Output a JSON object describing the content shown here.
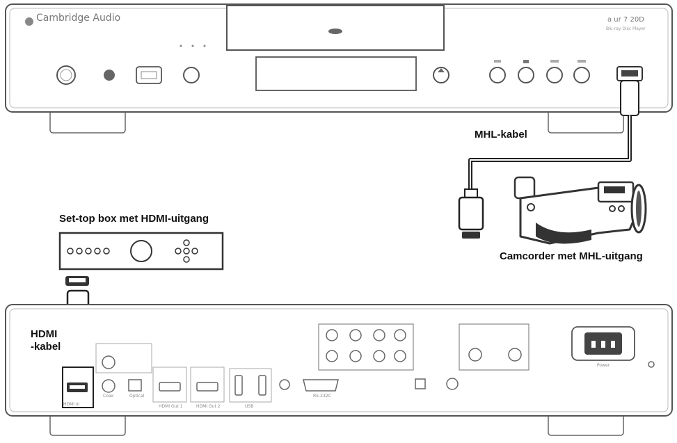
{
  "front_panel": {
    "brand": "Cambridge Audio",
    "model": "a ur 7 20D",
    "model_subtitle": "Blu-ray Disc Player"
  },
  "labels": {
    "mhl_cable": "MHL-kabel",
    "camcorder": "Camcorder met MHL-uitgang",
    "settop_box": "Set-top box met HDMI-uitgang",
    "hdmi_cable_line1": "HDMI",
    "hdmi_cable_line2": "-kabel"
  },
  "rear_panel": {
    "hdmi_input": "HDMI In",
    "optical": "Optical",
    "coax": "Coax",
    "rs232": "RS-232C",
    "usb": "USB",
    "hdmi_out_1": "HDMI Out 1",
    "hdmi_out_2": "HDMI Out 2",
    "power": "Power"
  },
  "colors": {
    "outline": "#555555",
    "cable": "#222222",
    "panel_fill": "#ffffff"
  },
  "icons": [
    "power-button-icon",
    "usb-port-icon",
    "eject-icon",
    "play-pause-icon",
    "stop-icon",
    "skip-back-icon",
    "skip-forward-icon",
    "hdmi-plug-icon",
    "camcorder-icon",
    "power-socket-icon"
  ]
}
